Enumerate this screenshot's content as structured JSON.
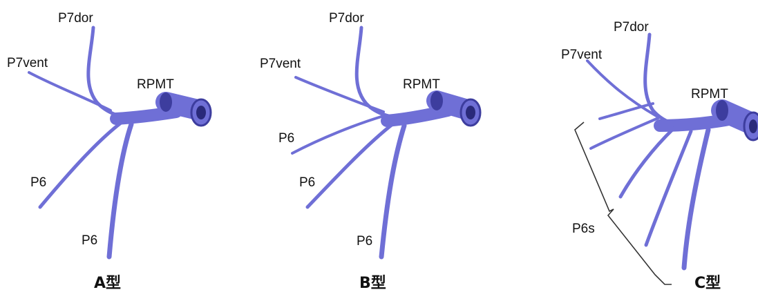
{
  "colors": {
    "vessel": "#6f6fd6",
    "vessel_dark": "#3d3d9e",
    "lumen": "#2a2a7a",
    "bracket": "#333333",
    "text": "#111111"
  },
  "panels": [
    {
      "type_label": "A型",
      "labels": {
        "p7dor": "P7dor",
        "p7vent": "P7vent",
        "rpmt": "RPMT",
        "p6_a": "P6",
        "p6_b": "P6"
      }
    },
    {
      "type_label": "B型",
      "labels": {
        "p7dor": "P7dor",
        "p7vent": "P7vent",
        "rpmt": "RPMT",
        "p6_a": "P6",
        "p6_b": "P6",
        "p6_c": "P6"
      }
    },
    {
      "type_label": "C型",
      "labels": {
        "p7dor": "P7dor",
        "p7vent": "P7vent",
        "rpmt": "RPMT",
        "p6s": "P6s"
      }
    }
  ]
}
